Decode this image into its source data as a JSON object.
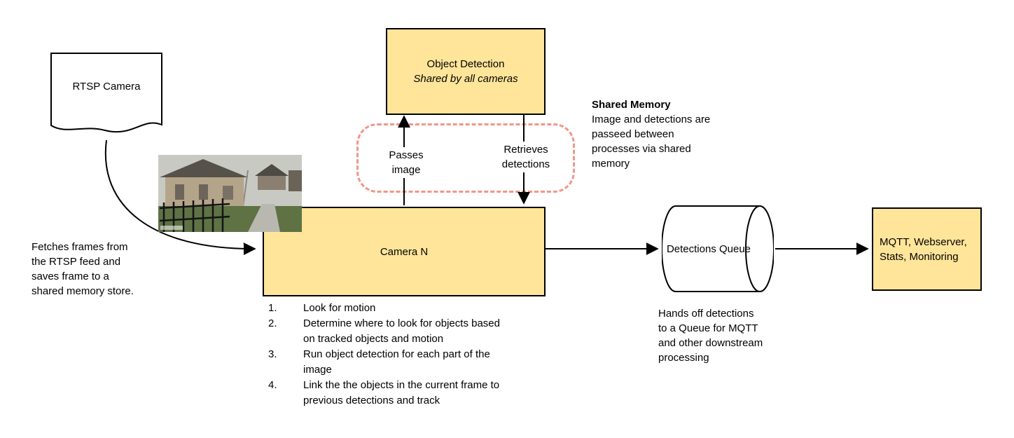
{
  "diagram": {
    "colors": {
      "node_fill": "#FFE599",
      "node_border": "#000000",
      "shared_memory_border": "#F0968A"
    },
    "rtsp_camera": {
      "label": "RTSP Camera"
    },
    "fetch_note": "Fetches frames from the RTSP feed and saves frame to a shared memory store.",
    "object_detection": {
      "title": "Object Detection",
      "subtitle": "Shared by all cameras"
    },
    "edge_labels": {
      "passes_image": "Passes image",
      "retrieves_detections": "Retrieves detections"
    },
    "shared_memory_note": {
      "title": "Shared Memory",
      "body": "Image and detections are passeed between processes via shared memory"
    },
    "camera_n": {
      "label": "Camera N"
    },
    "camera_steps": [
      "Look for motion",
      "Determine where to look for objects based on tracked objects and motion",
      "Run object detection for each part of the image",
      "Link the the objects in the current frame to previous detections and track"
    ],
    "detections_queue": {
      "label": "Detections Queue"
    },
    "queue_note": "Hands off detections to a Queue for MQTT and other downstream processing",
    "outputs": {
      "label": "MQTT, Webserver, Stats, Monitoring"
    }
  }
}
